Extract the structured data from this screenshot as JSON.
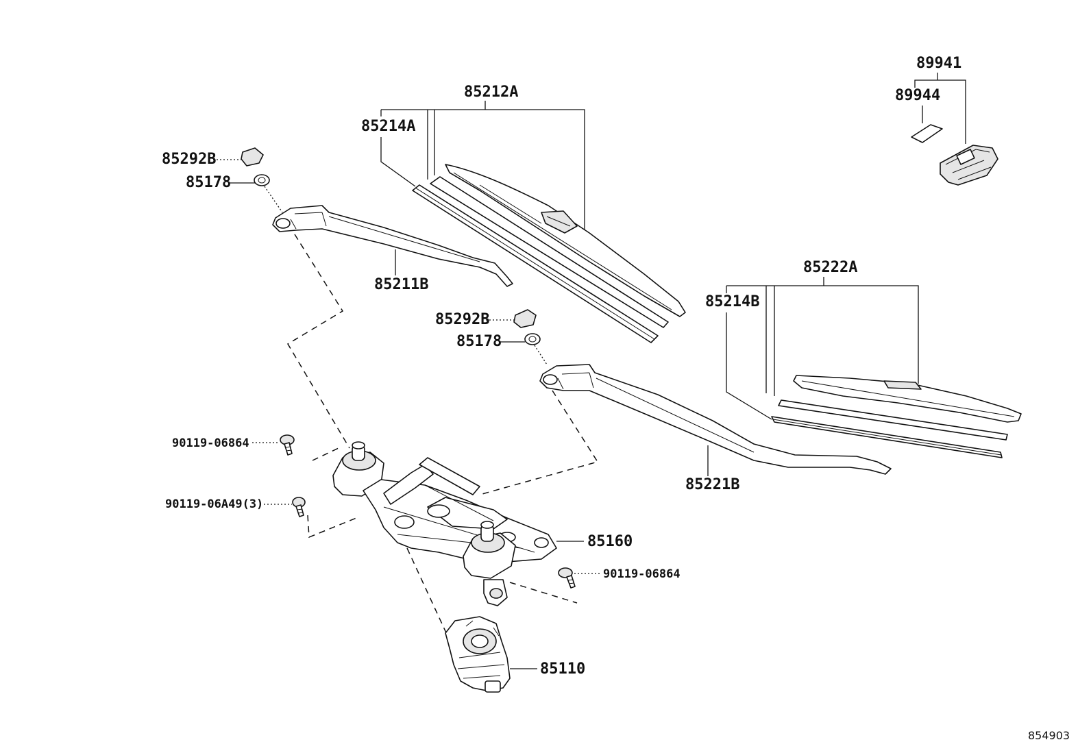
{
  "callouts": {
    "c_89941": "89941",
    "c_89944": "89944",
    "c_85212A": "85212A",
    "c_85214A": "85214A",
    "c_85292B_top": "85292B",
    "c_85178_top": "85178",
    "c_85211B": "85211B",
    "c_85292B_mid": "85292B",
    "c_85178_mid": "85178",
    "c_85222A": "85222A",
    "c_85214B": "85214B",
    "c_85221B": "85221B",
    "c_90119_06864_left": "90119-06864",
    "c_90119_06A49": "90119-06A49(3)",
    "c_85160": "85160",
    "c_90119_06864_right": "90119-06864",
    "c_85110": "85110"
  },
  "diagram_ref": "854903"
}
